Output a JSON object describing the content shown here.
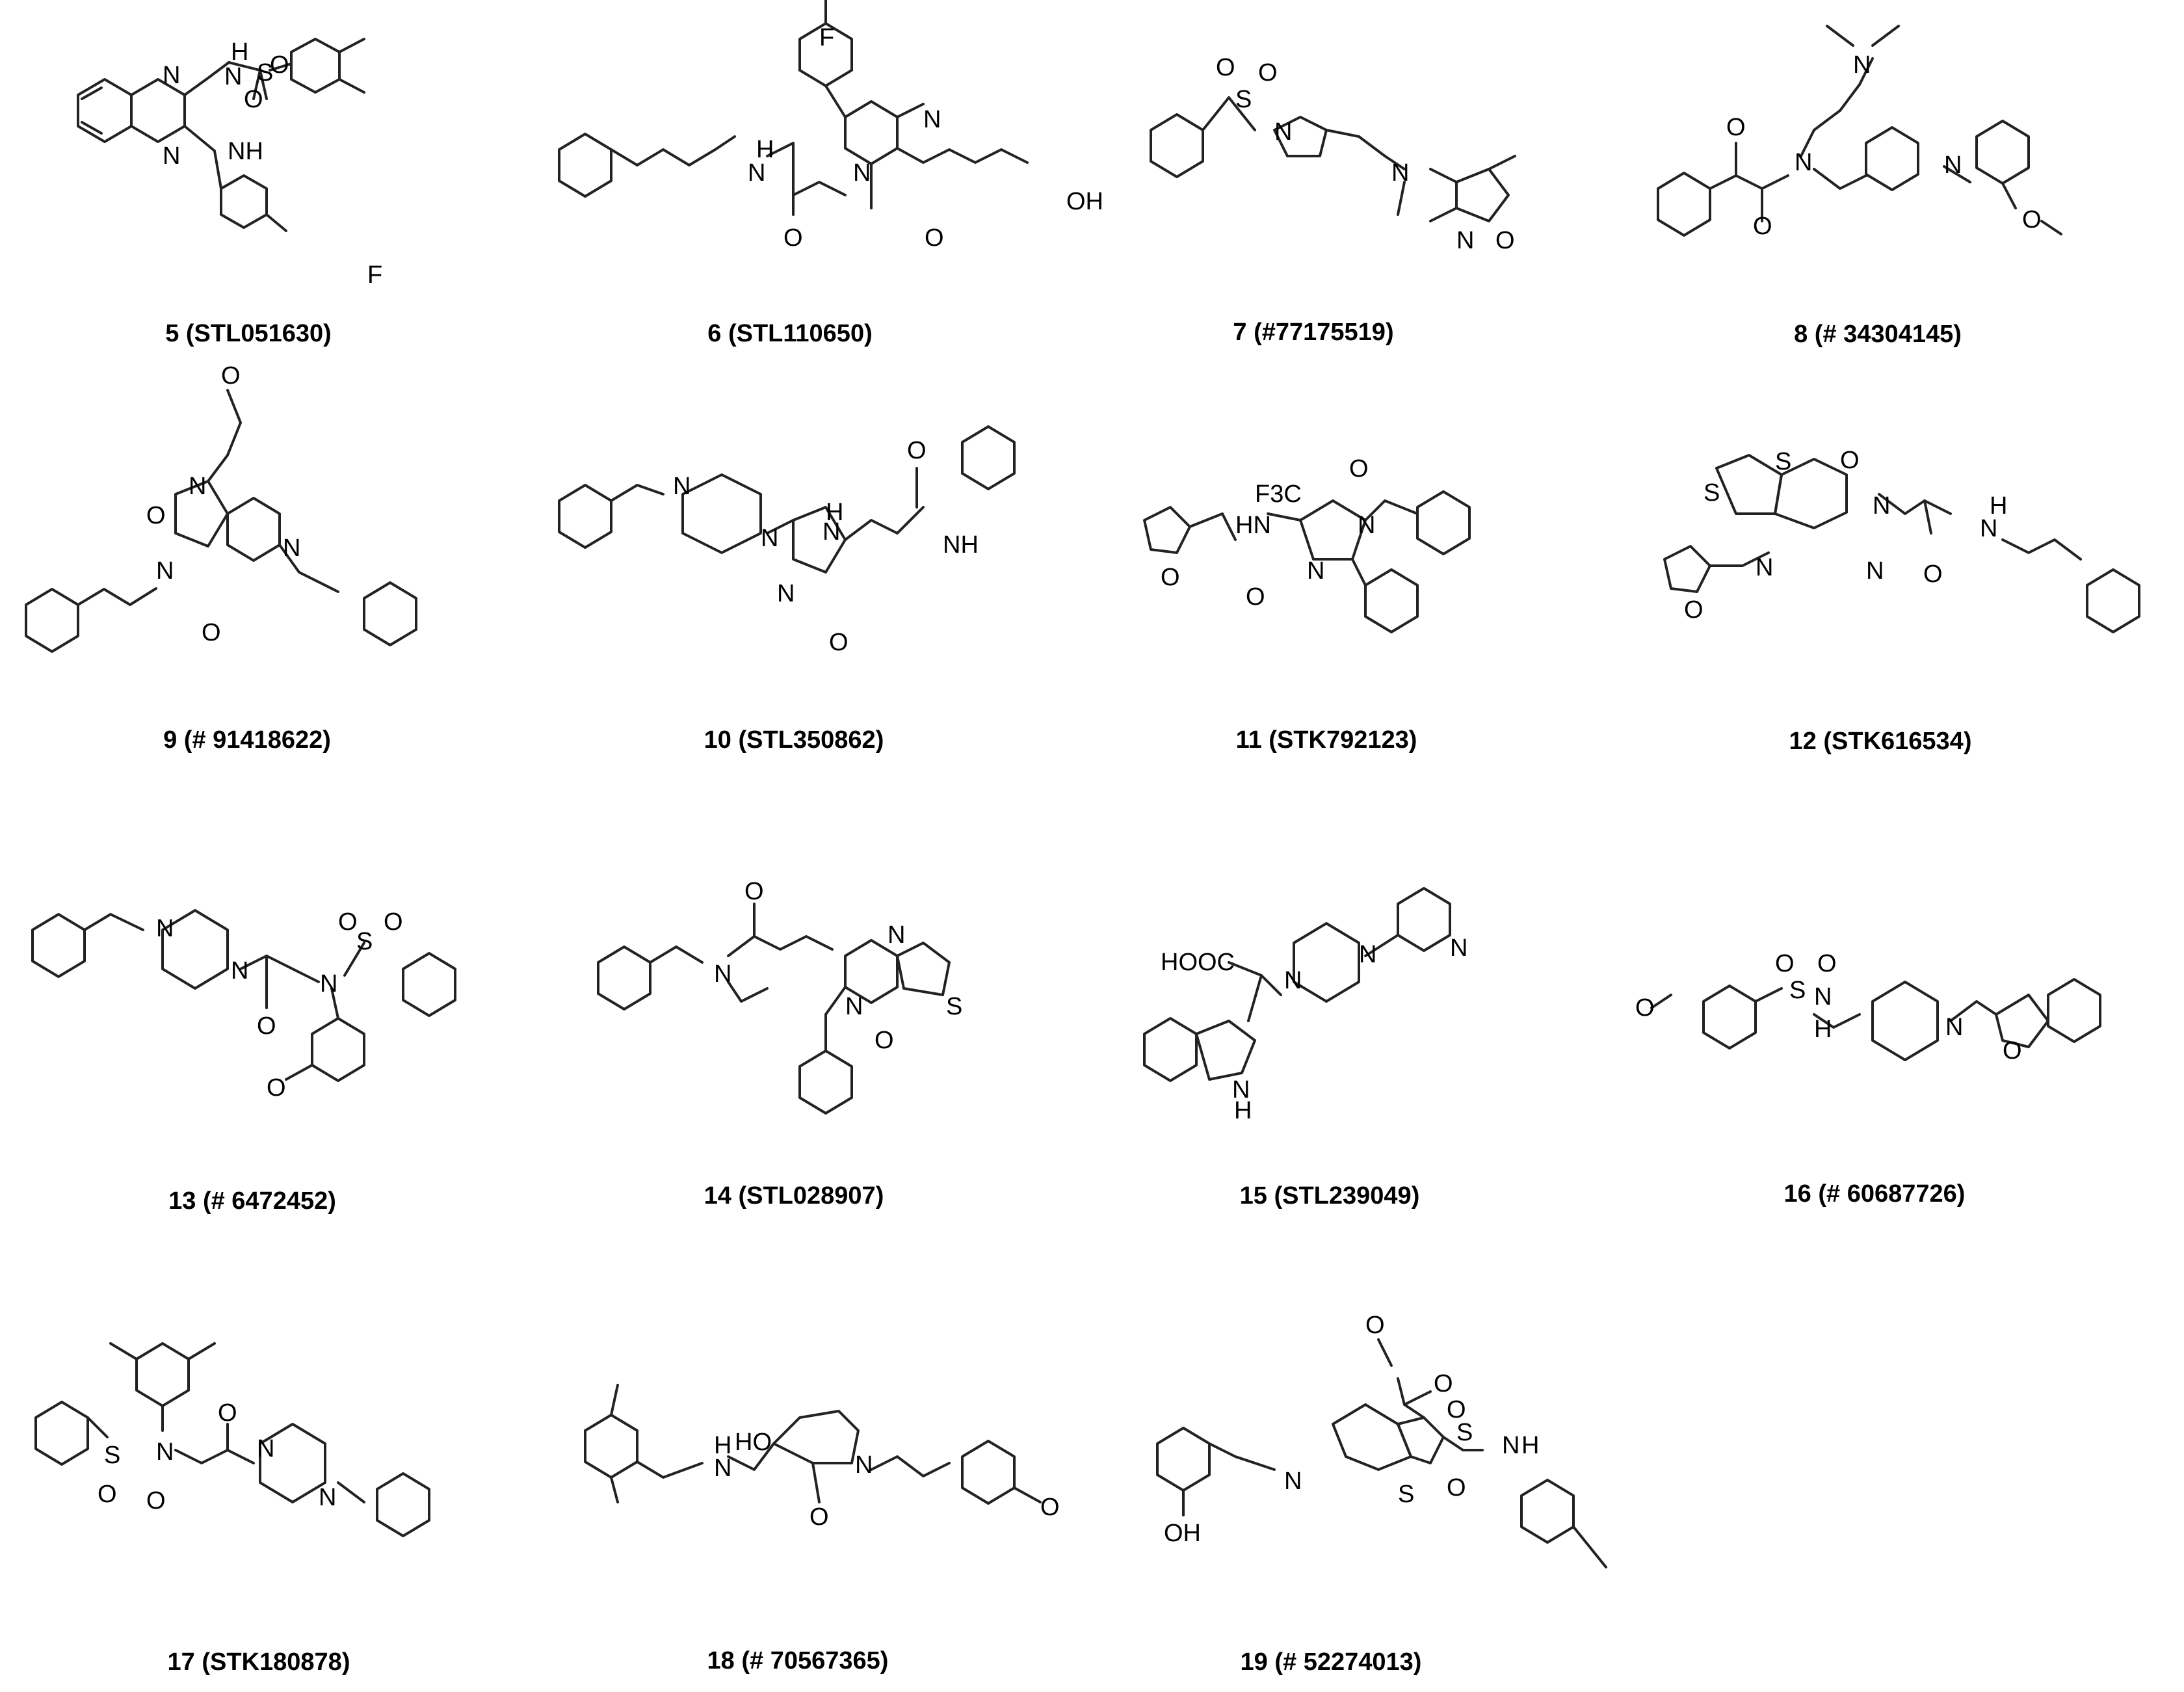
{
  "figure": {
    "compounds": [
      {
        "label": "5 (STL051630)",
        "atom_labels": [
          "N",
          "N",
          "H",
          "N",
          "S",
          "O",
          "O",
          "NH",
          "F"
        ]
      },
      {
        "label": "6 (STL110650)",
        "atom_labels": [
          "F",
          "N",
          "H",
          "N",
          "O",
          "N",
          "O",
          "OH"
        ]
      },
      {
        "label": "7 (#77175519)",
        "atom_labels": [
          "O",
          "S",
          "O",
          "N",
          "N",
          "O",
          "N"
        ]
      },
      {
        "label": "8 (# 34304145)",
        "atom_labels": [
          "N",
          "O",
          "N",
          "O",
          "N",
          "O"
        ]
      },
      {
        "label": "9 (# 91418622)",
        "atom_labels": [
          "O",
          "O",
          "N",
          "N",
          "O",
          "N"
        ]
      },
      {
        "label": "10 (STL350862)",
        "atom_labels": [
          "N",
          "N",
          "H",
          "N",
          "N",
          "O",
          "NH",
          "O"
        ]
      },
      {
        "label": "11 (STK792123)",
        "atom_labels": [
          "O",
          "F3C",
          "HN",
          "N",
          "N",
          "O",
          "O"
        ]
      },
      {
        "label": "12 (STK616534)",
        "atom_labels": [
          "S",
          "S",
          "O",
          "N",
          "N",
          "N",
          "O",
          "O",
          "H",
          "N"
        ]
      },
      {
        "label": "13 (# 6472452)",
        "atom_labels": [
          "N",
          "N",
          "O",
          "S",
          "O",
          "N",
          "O",
          "O"
        ]
      },
      {
        "label": "14 (STL028907)",
        "atom_labels": [
          "O",
          "N",
          "N",
          "N",
          "O",
          "S"
        ]
      },
      {
        "label": "15 (STL239049)",
        "atom_labels": [
          "HOOC",
          "N",
          "N",
          "N",
          "N",
          "H"
        ]
      },
      {
        "label": "16 (# 60687726)",
        "atom_labels": [
          "O",
          "O",
          "S",
          "O",
          "N",
          "H",
          "N",
          "O"
        ]
      },
      {
        "label": "17 (STK180878)",
        "atom_labels": [
          "S",
          "N",
          "O",
          "O",
          "O",
          "N",
          "N"
        ]
      },
      {
        "label": "18 (# 70567365)",
        "atom_labels": [
          "H",
          "N",
          "HO",
          "N",
          "O",
          "O"
        ]
      },
      {
        "label": "19 (# 52274013)",
        "atom_labels": [
          "O",
          "O",
          "N",
          "S",
          "O",
          "O",
          "N",
          "H",
          "OH",
          "S"
        ]
      }
    ]
  }
}
